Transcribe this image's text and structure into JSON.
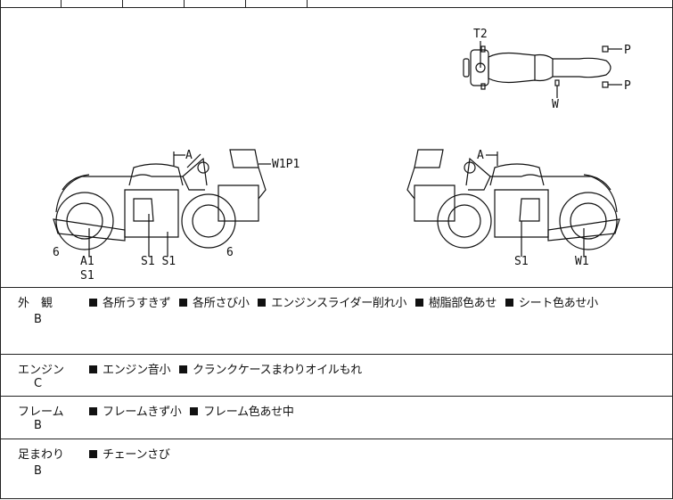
{
  "diagram": {
    "top_view": {
      "labels": [
        "T2",
        "P",
        "P",
        "W"
      ]
    },
    "left_bike": {
      "labels": [
        "A",
        "W1P1",
        "6",
        "A1",
        "S1",
        "S1 S1",
        "6"
      ]
    },
    "right_bike": {
      "labels": [
        "A",
        "S1",
        "W1"
      ]
    }
  },
  "sections": [
    {
      "category": "外　観",
      "grade": "B",
      "items": [
        "各所うすきず",
        "各所さび小",
        "エンジンスライダー削れ小",
        "樹脂部色あせ",
        "シート色あせ小"
      ]
    },
    {
      "category": "エンジン",
      "grade": "C",
      "items": [
        "エンジン音小",
        "クランクケースまわりオイルもれ"
      ]
    },
    {
      "category": "フレーム",
      "grade": "B",
      "items": [
        "フレームきず小",
        "フレーム色あせ中"
      ]
    },
    {
      "category": "足まわり",
      "grade": "B",
      "items": [
        "チェーンさび"
      ]
    }
  ]
}
